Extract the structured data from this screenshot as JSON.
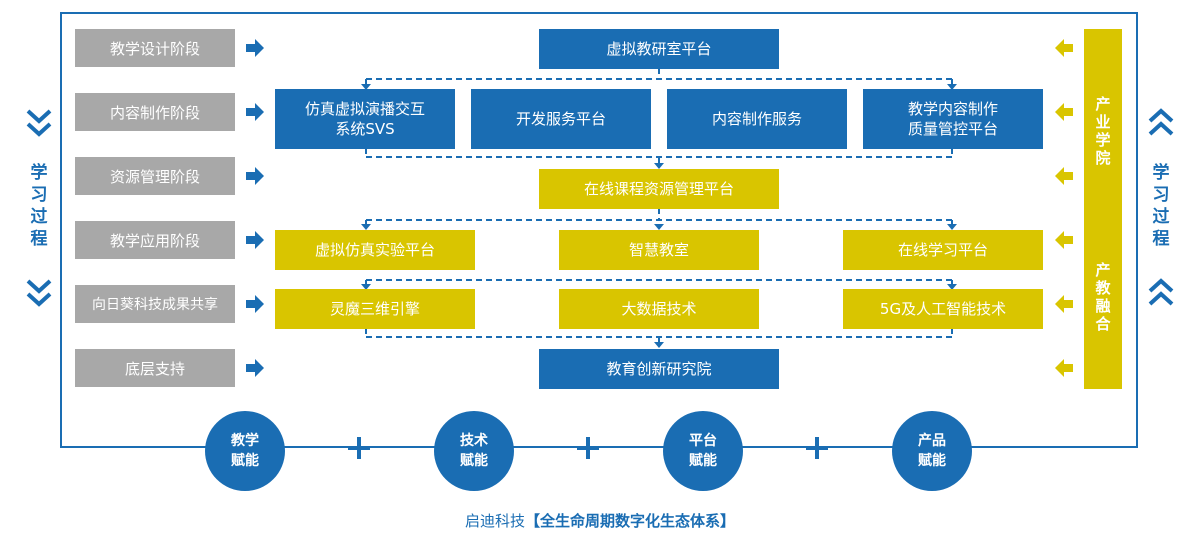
{
  "stages": [
    "教学设计阶段",
    "内容制作阶段",
    "资源管理阶段",
    "教学应用阶段",
    "向日葵科技成果共享",
    "底层支持"
  ],
  "platforms": {
    "virtual_lab": "虚拟教研室平台",
    "row2": [
      "仿真虚拟演播交互\n系统SVS",
      "开发服务平台",
      "内容制作服务",
      "教学内容制作\n质量管控平台"
    ],
    "resource_mgmt": "在线课程资源管理平台",
    "row4": [
      "虚拟仿真实验平台",
      "智慧教室",
      "在线学习平台"
    ],
    "row5": [
      "灵魔三维引擎",
      "大数据技术",
      "5G及人工智能技术"
    ],
    "institute": "教育创新研究院"
  },
  "sidebar": {
    "top": "产业学院",
    "bottom": "产教融合"
  },
  "side_labels": {
    "left": "学习过程",
    "right": "学习过程"
  },
  "empowerment": [
    [
      "教学",
      "赋能"
    ],
    [
      "技术",
      "赋能"
    ],
    [
      "平台",
      "赋能"
    ],
    [
      "产品",
      "赋能"
    ]
  ],
  "caption": {
    "brand": "启迪科技",
    "title": "【全生命周期数字化生态体系】"
  },
  "colors": {
    "blue": "#1a6db3",
    "yellow": "#d9c500",
    "gray": "#a8a8a8"
  }
}
